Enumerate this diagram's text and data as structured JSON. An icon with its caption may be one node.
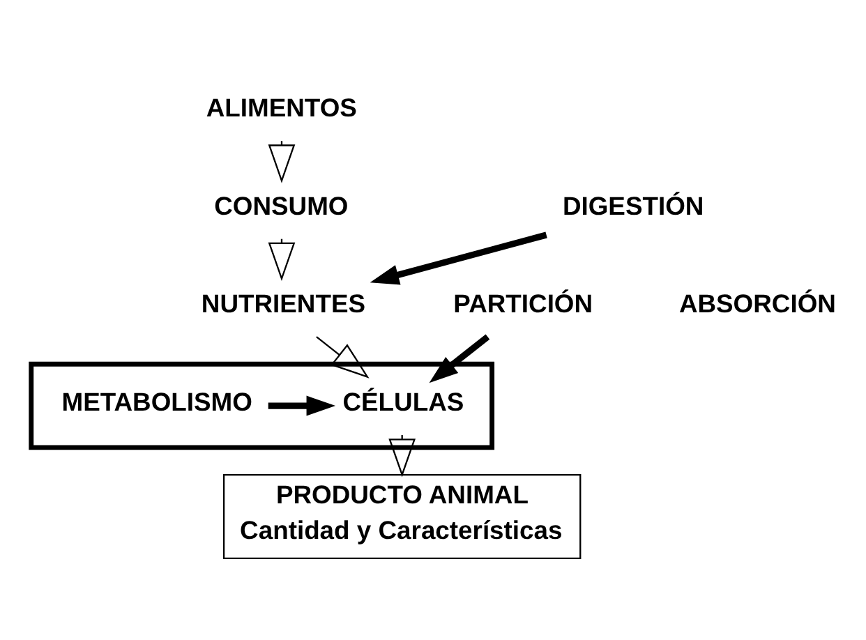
{
  "diagram": {
    "nodes": [
      {
        "text": [
          "ALIMENTOS"
        ]
      },
      {
        "text": [
          "CONSUMO"
        ]
      },
      {
        "text": [
          "NUTRIENTES"
        ]
      },
      {
        "text": [],
        "shape": "box"
      },
      {
        "text": [
          "METABOLISMO"
        ],
        "in": 3
      },
      {
        "text": [
          "CÉLULAS"
        ],
        "in": 3
      },
      {
        "text": [
          "PRODUCTO ANIMAL",
          "Cantidad y Características"
        ]
      },
      {
        "text": [
          "DIGESTIÓN"
        ]
      },
      {
        "text": [
          "PARTICIÓN"
        ]
      }
    ],
    "edges": [
      {
        "from": 0,
        "to": 1,
        "arrow": "to"
      },
      {
        "from": 1,
        "to": 2,
        "arrow": "to"
      },
      {
        "from": 2,
        "to": 5,
        "arrow": "to"
      },
      {
        "from": 5,
        "to": 6,
        "arrow": "to"
      },
      {
        "from": 7,
        "to": 2,
        "arrow": "to",
        "style": "thick"
      },
      {
        "from": 8,
        "to": 5,
        "arrow": "to",
        "style": "thick"
      },
      {
        "from": 4,
        "to": 5,
        "arrow": "to",
        "style": "thick"
      }
    ],
    "labels": [
      "ABSORCIÓN"
    ]
  }
}
